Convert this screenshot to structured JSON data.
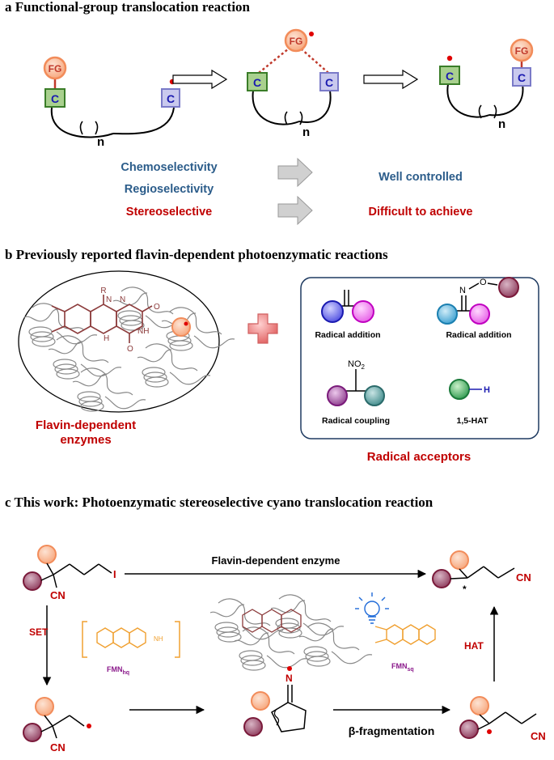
{
  "panel_a": {
    "title": "a Functional-group translocation reaction",
    "fg": "FG",
    "c": "C",
    "n": "n",
    "rows": [
      {
        "left": "Chemoselectivity",
        "right": "Well controlled",
        "left_color": "#2b5c8a",
        "right_color": "#2b5c8a"
      },
      {
        "left": "Regioselectivity",
        "right": "",
        "left_color": "#2b5c8a",
        "right_color": "#2b5c8a"
      },
      {
        "left": "Stereoselective",
        "right": "Difficult to achieve",
        "left_color": "#c00000",
        "right_color": "#c00000"
      }
    ]
  },
  "panel_b": {
    "title": "b Previously reported flavin-dependent photoenzymatic reactions",
    "enzyme_label_1": "Flavin-dependent",
    "enzyme_label_2": "enzymes",
    "acceptors_title": "Radical acceptors",
    "acceptor_1": "Radical addition",
    "acceptor_2": "Radical addition",
    "acceptor_3": "Radical coupling",
    "acceptor_4": "1,5-HAT",
    "no2": "NO",
    "no2_sub": "2",
    "n_atom": "N",
    "o_atom": "O",
    "h_atom": "H",
    "r_atom": "R",
    "flavin_n": "N",
    "flavin_nh": "NH",
    "flavin_h": "H",
    "flavin_o": "O"
  },
  "panel_c": {
    "title": "c This work: Photoenzymatic stereoselective cyano translocation reaction",
    "top_arrow_label": "Flavin-dependent enzyme",
    "iodo": "I",
    "cn": "CN",
    "set": "SET",
    "hat": "HAT",
    "fmn_hq": "FMN",
    "fmn_hq_sub": "hq",
    "fmn_sq": "FMN",
    "fmn_sq_sub": "sq",
    "beta_frag": "β-fragmentation",
    "imine_n": "N",
    "star": "*"
  },
  "colors": {
    "fg_fill": "#f9c4a6",
    "fg_stroke": "#f28c5a",
    "fg_text": "#c0392b",
    "c_green_fill": "#a9d08e",
    "c_green_stroke": "#3a7d28",
    "c_blue_fill": "#c9c9ee",
    "c_blue_stroke": "#7a7ac8",
    "c_text": "#1a1ab0",
    "radical_dot": "#e00000",
    "flavin_brown": "#8b3a3a",
    "flavin_orange": "#f0a030",
    "fmn_purple": "#8b1a8b",
    "red_label": "#c00000",
    "blue_label": "#2b5c8a"
  }
}
